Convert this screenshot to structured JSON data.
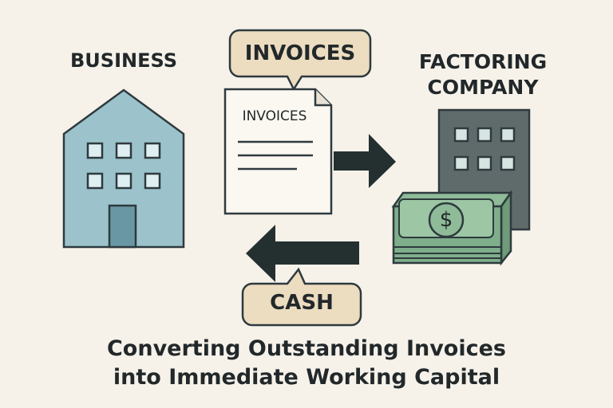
{
  "labels": {
    "business": "BUSINESS",
    "factoring_line1": "FACTORING",
    "factoring_line2": "COMPANY",
    "invoices_bubble": "INVOICES",
    "invoice_doc": "INVOICES",
    "cash_bubble": "CASH",
    "dollar": "$"
  },
  "caption": {
    "line1": "Converting Outstanding Invoices",
    "line2": "into Immediate Working Capital"
  },
  "colors": {
    "background": "#f6f2ea",
    "building_blue": "#9cc3cc",
    "building_dark": "#5a6466",
    "money_green": "#7eae8a",
    "bubble": "#ecdcc0",
    "ink": "#22282a"
  }
}
